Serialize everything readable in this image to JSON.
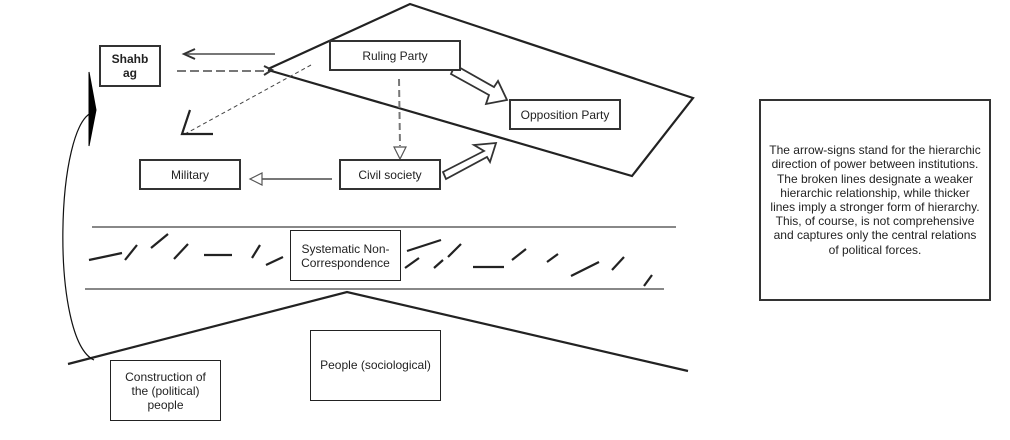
{
  "diagram": {
    "title": "",
    "nodes": {
      "shahbag": {
        "label": "Shahb\nag",
        "lines": [
          "Shahb",
          "ag"
        ]
      },
      "ruling_party": {
        "label": "Ruling Party"
      },
      "opposition_party": {
        "label": "Opposition Party"
      },
      "military": {
        "label": "Military"
      },
      "civil_society": {
        "label": "Civil society"
      },
      "systematic_non_correspondence": {
        "lines": [
          "Systematic Non-",
          "Correspondence"
        ]
      },
      "people_sociological": {
        "label": "People (sociological)"
      },
      "construction_political_people": {
        "lines": [
          "Construction of",
          "the (political)",
          "people"
        ]
      }
    },
    "legend": {
      "lines": [
        "The arrow-signs stand for the hierarchic",
        "direction of power between institutions.",
        "The broken lines designate a weaker",
        "hierarchic relationship, while thicker",
        "lines imply a stronger form of hierarchy.",
        "This, of course, is not comprehensive",
        "and captures only the central relations",
        "of political forces."
      ]
    },
    "edges": [
      {
        "from": "ruling_party",
        "to": "opposition_party",
        "style": "thick-block-arrow"
      },
      {
        "from": "civil_society",
        "to": "opposition_party",
        "style": "thick-block-arrow"
      },
      {
        "from": "ruling_party",
        "to": "civil_society",
        "style": "dashed-open-arrow"
      },
      {
        "from": "civil_society",
        "to": "military",
        "style": "solid-open-arrow"
      },
      {
        "from": "ruling_party",
        "to": "shahbag",
        "style": "solid-line-arrow"
      },
      {
        "from": "shahbag",
        "to": "ruling_party",
        "style": "dashed-line-arrow"
      },
      {
        "from": "ruling_party",
        "to": "military",
        "style": "dotted-line-arrow"
      },
      {
        "from": "construction_political_people",
        "to": "shahbag",
        "style": "curved-line-arrow"
      }
    ],
    "colors": {
      "stroke_dark": "#222222",
      "stroke_gray": "#777777",
      "background": "#ffffff"
    }
  }
}
